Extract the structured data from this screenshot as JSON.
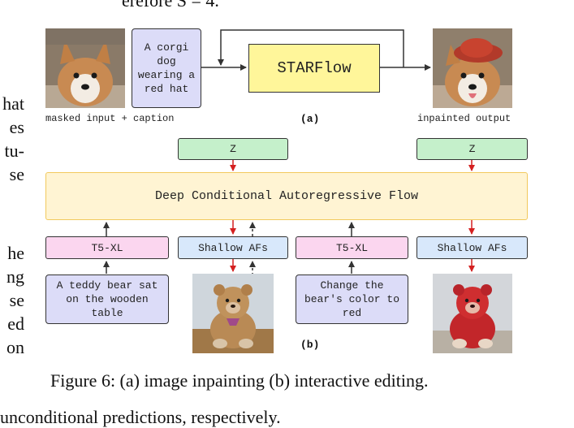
{
  "page": {
    "top_fragment": "erefore S = 4.",
    "left_fragments": [
      "hat",
      "es",
      "tu-",
      "se",
      "",
      "he",
      "ng",
      "se",
      "ed",
      "on"
    ],
    "bottom_fragment": "unconditional predictions, respectively."
  },
  "figure": {
    "caption": "Figure 6: (a) image inpainting (b) interactive editing.",
    "panel_a": {
      "caption_box": "A corgi dog wearing a red hat",
      "model_box": "STARFlow",
      "input_label": "masked input + caption",
      "output_label": "inpainted output",
      "panel_label": "(a)"
    },
    "panel_b": {
      "z_left": "Z",
      "z_right": "Z",
      "flow_box": "Deep Conditional Autoregressive Flow",
      "encoder_left": "T5-XL",
      "shallow_left": "Shallow AFs",
      "encoder_right": "T5-XL",
      "shallow_right": "Shallow AFs",
      "prompt_left": "A teddy bear sat on the wooden table",
      "prompt_right": "Change the bear's color to red",
      "panel_label": "(b)"
    },
    "colors": {
      "arrow_red": "#d42020",
      "arrow_dark": "#333333",
      "model_fill": "#fff69a",
      "flow_fill": "#fff4d3",
      "z_fill": "#c5f0cb",
      "t5_fill": "#fbd6ef",
      "shallow_fill": "#d8e8fb",
      "prompt_fill": "#dcdcf8"
    }
  }
}
